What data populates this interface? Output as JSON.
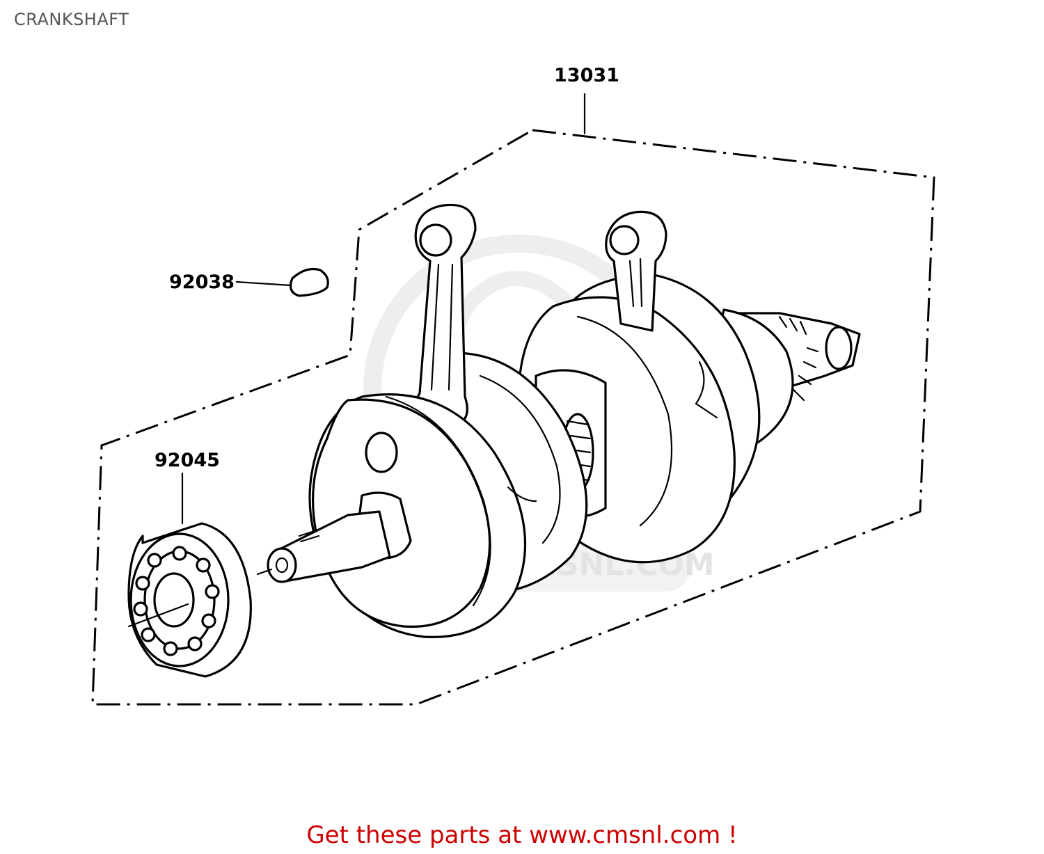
{
  "page": {
    "title": "CRANKSHAFT"
  },
  "diagram": {
    "part_labels": {
      "crankshaft_assy": "13031",
      "key": "92038",
      "ball_bearing": "92045"
    },
    "watermark": "WWW.CMSNL.COM"
  },
  "footer": {
    "link_text": "Get these parts at www.cmsnl.com !"
  }
}
